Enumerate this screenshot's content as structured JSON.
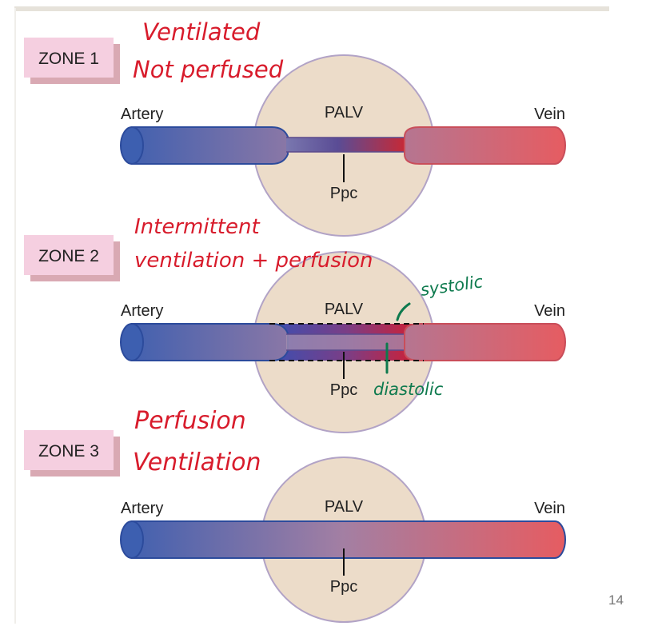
{
  "page_number": "14",
  "colors": {
    "zone_box": "#f5cfe0",
    "zone_shadow": "#d9a9b3",
    "alveolus_fill": "#ecdcc9",
    "alveolus_stroke": "#b2a3c6",
    "arterial_blue": "#3d5fb0",
    "venous_red": "#e65c61",
    "annotation_red": "#d81c2c",
    "annotation_green": "#0e7a4e"
  },
  "zones": [
    {
      "label": "ZONE 1",
      "artery_label": "Artery",
      "vein_label": "Vein",
      "alveolar_pressure_label": "PALV",
      "capillary_pressure_label": "Ppc",
      "handwritten_notes": [
        "Ventilated",
        "Not perfused"
      ]
    },
    {
      "label": "ZONE 2",
      "artery_label": "Artery",
      "vein_label": "Vein",
      "alveolar_pressure_label": "PALV",
      "capillary_pressure_label": "Ppc",
      "handwritten_notes": [
        "Intermittent",
        "ventilation + perfusion"
      ],
      "handwritten_marks": [
        "systolic",
        "diastolic"
      ]
    },
    {
      "label": "ZONE 3",
      "artery_label": "Artery",
      "vein_label": "Vein",
      "alveolar_pressure_label": "PALV",
      "capillary_pressure_label": "Ppc",
      "handwritten_notes": [
        "Perfusion",
        "Ventilation"
      ]
    }
  ]
}
